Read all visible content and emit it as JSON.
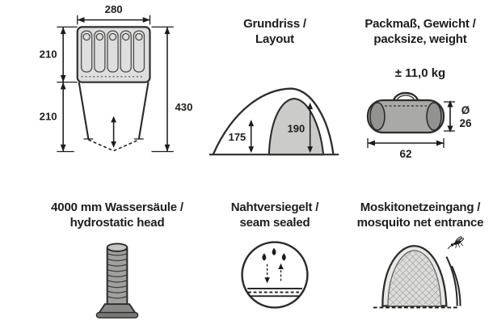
{
  "floorplan": {
    "width": "280",
    "inner_length": "210",
    "porch_length": "210",
    "total_length": "430"
  },
  "layout": {
    "title": [
      "Grundriss /",
      "Layout"
    ],
    "front_height": "175",
    "peak_height": "190"
  },
  "pack": {
    "title": [
      "Packmaß, Gewicht /",
      "packsize, weight"
    ],
    "weight": "± 11,0 kg",
    "diameter_sign": "Ø",
    "diameter": "26",
    "length": "62"
  },
  "hydro": {
    "title": [
      "4000 mm Wassersäule /",
      "hydrostatic head"
    ]
  },
  "seam": {
    "title": [
      "Nahtversiegelt /",
      "seam sealed"
    ]
  },
  "mosquito": {
    "title": [
      "Moskitonetzeingang /",
      "mosquito net entrance"
    ]
  }
}
